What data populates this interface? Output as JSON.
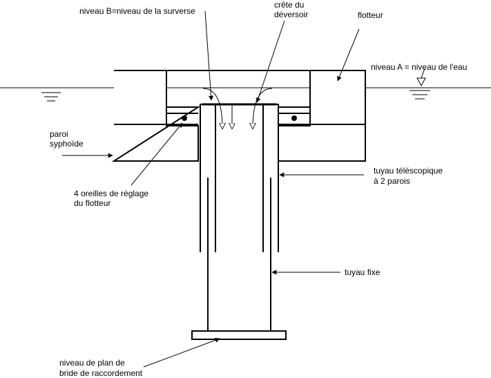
{
  "labels": {
    "niveau_b": "niveau B=niveau de la surverse",
    "crete_1": "crête du",
    "crete_2": "déversoir",
    "flotteur": "flotteur",
    "niveau_a": "niveau A = niveau de l'eau",
    "paroi_1": "paroi",
    "paroi_2": "syphoïde",
    "tuyau_tele_1": "tuyau téléscopique",
    "tuyau_tele_2": "à 2 parois",
    "oreilles_1": "4 oreilles de réglage",
    "oreilles_2": "du flotteur",
    "tuyau_fixe": "tuyau fixe",
    "plan_1": "niveau de plan de",
    "plan_2": "bride de raccordement"
  }
}
